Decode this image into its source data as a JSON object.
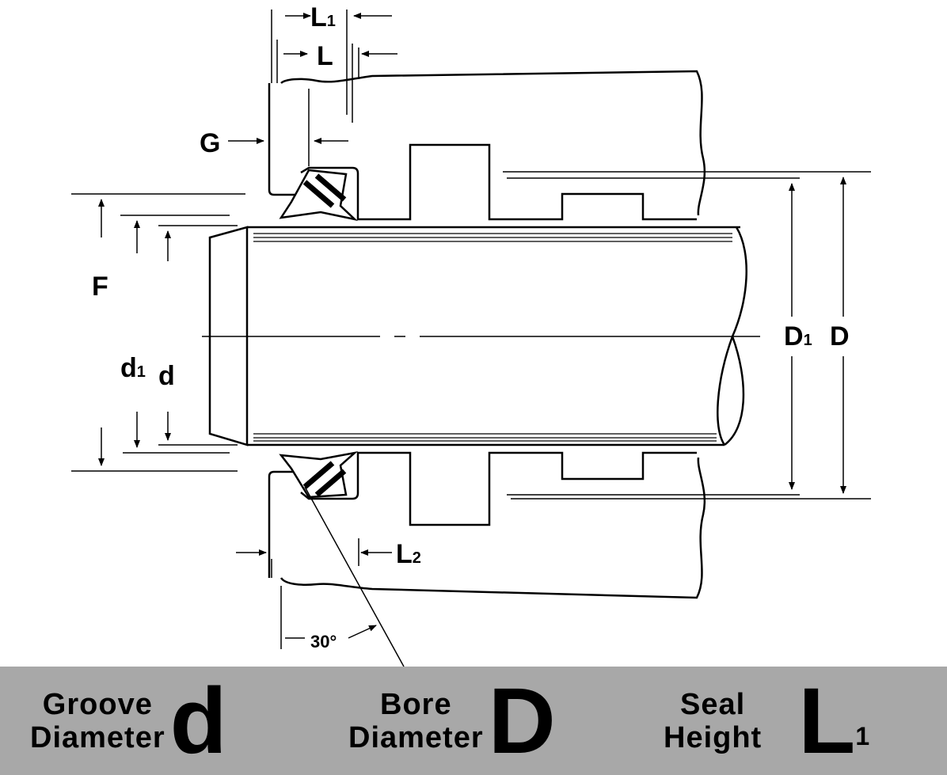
{
  "labels": {
    "L1": "L",
    "L1_sub": "1",
    "L": "L",
    "G": "G",
    "F": "F",
    "d1": "d",
    "d1_sub": "1",
    "d": "d",
    "D1": "D",
    "D1_sub": "1",
    "D": "D",
    "L2": "L",
    "L2_sub": "2",
    "angle": "30°"
  },
  "legend": [
    {
      "line1": "Groove",
      "line2": "Diameter",
      "symbol": "d",
      "sub": ""
    },
    {
      "line1": "Bore",
      "line2": "Diameter",
      "symbol": "D",
      "sub": ""
    },
    {
      "line1": "Seal",
      "line2": "Height",
      "symbol": "L",
      "sub": "1"
    }
  ],
  "colors": {
    "legend_bg": "#a8a8a8",
    "ink": "#000000"
  }
}
